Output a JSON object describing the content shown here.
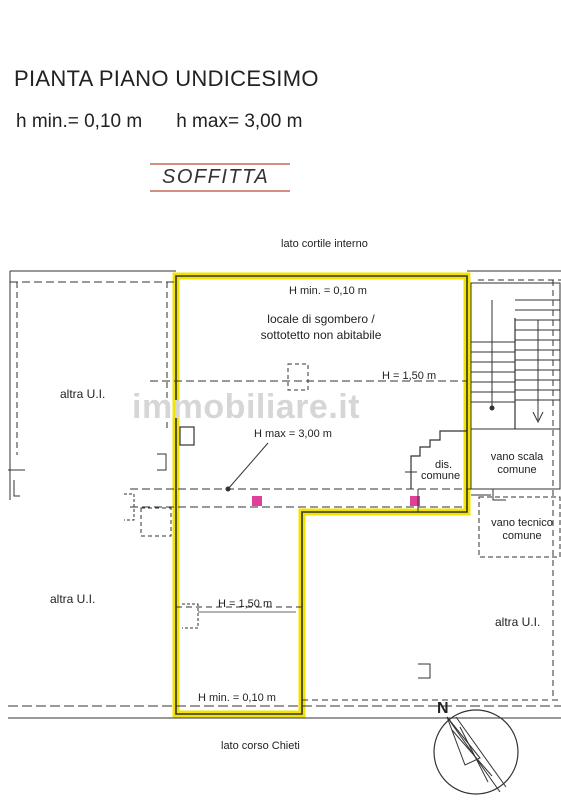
{
  "header": {
    "title": "PIANTA PIANO UNDICESIMO",
    "h_min": "h min.= 0,10 m",
    "h_max": "h max= 3,00 m",
    "room_type": "SOFFITTA"
  },
  "plan": {
    "side_top": "lato cortile interno",
    "side_bottom": "lato corso Chieti",
    "room_name_line1": "locale di sgombero /",
    "room_name_line2": "sottotetto non abitabile",
    "h_min_top": "H min. = 0,10 m",
    "h_150_right": "H = 1,50 m",
    "h_max_center": "H max = 3,00 m",
    "h_150_lower": "H = 1,50 m",
    "h_min_bottom": "H min. = 0,10 m",
    "dis_line1": "dis.",
    "dis_line2": "comune",
    "stair_line1": "vano scala",
    "stair_line2": "comune",
    "tech_line1": "vano tecnico",
    "tech_line2": "comune",
    "other_unit_left_top": "altra U.I.",
    "other_unit_left_bottom": "altra U.I.",
    "other_unit_right": "altra U.I.",
    "north": "N",
    "watermark": "immobiliare.it",
    "colors": {
      "highlight": "#f2e400",
      "wall": "#333333",
      "marker": "#e0409a",
      "soffitta_line": "#c06a55"
    }
  }
}
